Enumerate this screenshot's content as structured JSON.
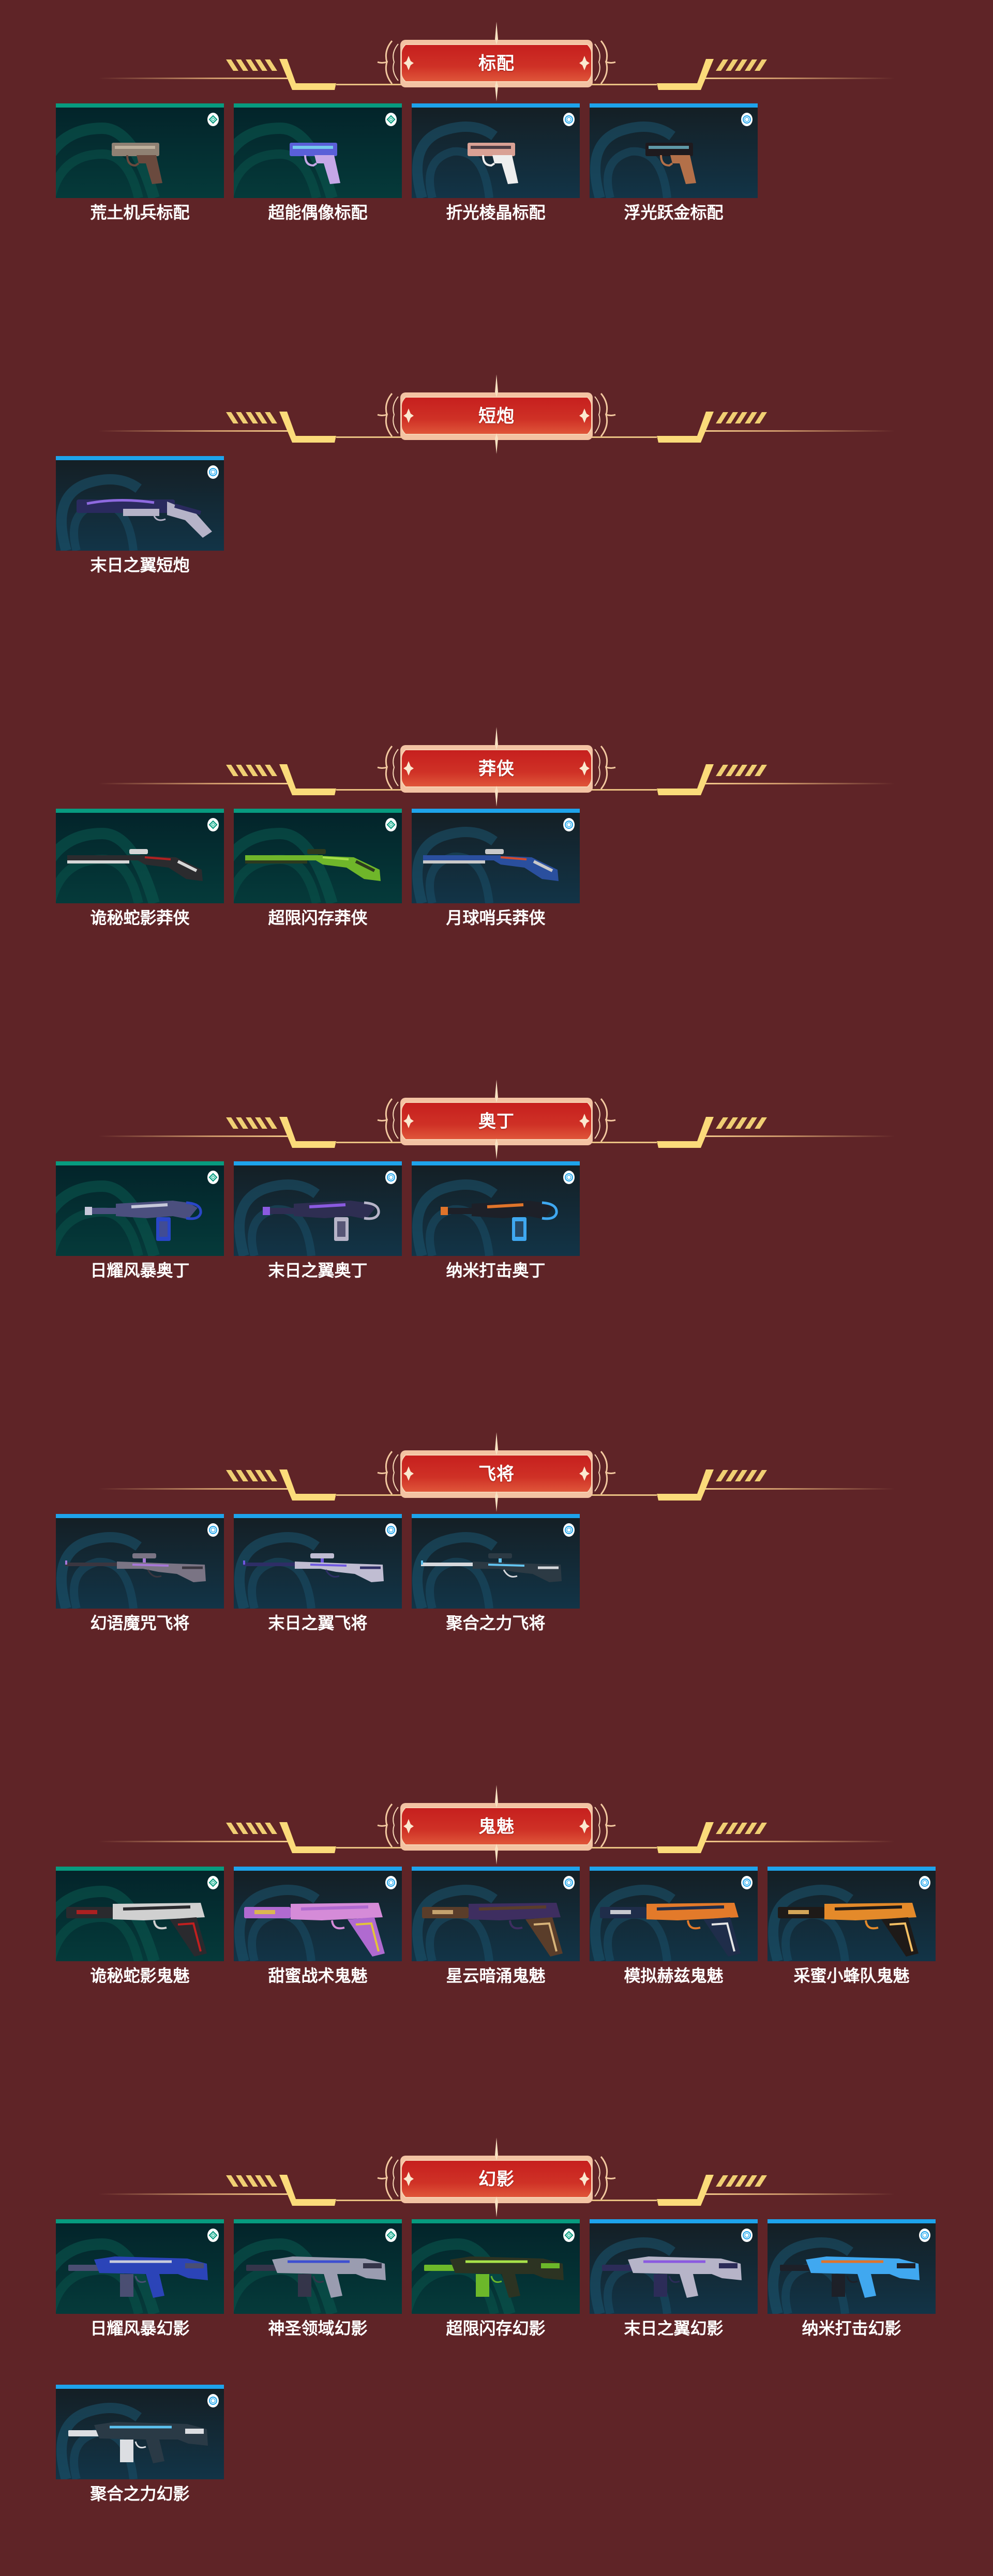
{
  "colors": {
    "background": "#5f2427",
    "tier_green": "#079b7f",
    "tier_blue": "#1ea3eb",
    "ornament_gold": "#f9da7a",
    "badge_red": "#c8241f"
  },
  "sections": [
    {
      "title": "标配",
      "items": [
        {
          "name": "荒土机兵标配",
          "tier": "green",
          "gun": "pistol",
          "palette": [
            "#8f8173",
            "#6a4a3e",
            "#c9bba6"
          ]
        },
        {
          "name": "超能偶像标配",
          "tier": "green",
          "gun": "pistol",
          "palette": [
            "#5a5fd8",
            "#c6a7e8",
            "#7be3f2"
          ]
        },
        {
          "name": "折光棱晶标配",
          "tier": "blue",
          "gun": "pistol",
          "palette": [
            "#d9a195",
            "#eeeeee",
            "#2a2430"
          ]
        },
        {
          "name": "浮光跃金标配",
          "tier": "blue",
          "gun": "pistol",
          "palette": [
            "#1e1a1e",
            "#b37049",
            "#6fb9c9"
          ]
        }
      ]
    },
    {
      "title": "短炮",
      "items": [
        {
          "name": "末日之翼短炮",
          "tier": "blue",
          "gun": "shotgun",
          "palette": [
            "#2a2a5e",
            "#b6b3c8",
            "#8e6ae0"
          ]
        }
      ]
    },
    {
      "title": "莽侠",
      "items": [
        {
          "name": "诡秘蛇影莽侠",
          "tier": "green",
          "gun": "rifle",
          "palette": [
            "#2b2b2e",
            "#d6d6d6",
            "#b12222"
          ]
        },
        {
          "name": "超限闪存莽侠",
          "tier": "green",
          "gun": "rifle",
          "palette": [
            "#6fb62a",
            "#2d3a1e",
            "#a7e04a"
          ]
        },
        {
          "name": "月球哨兵莽侠",
          "tier": "blue",
          "gun": "rifle",
          "palette": [
            "#2a4f9e",
            "#c9c9c9",
            "#d64b2a"
          ]
        }
      ]
    },
    {
      "title": "奥丁",
      "items": [
        {
          "name": "日耀风暴奥丁",
          "tier": "green",
          "gun": "mg",
          "palette": [
            "#4b4f7e",
            "#2a46c8",
            "#c5c8da"
          ]
        },
        {
          "name": "末日之翼奥丁",
          "tier": "blue",
          "gun": "mg",
          "palette": [
            "#2e2e52",
            "#b7b4c8",
            "#8a5ae0"
          ]
        },
        {
          "name": "纳米打击奥丁",
          "tier": "blue",
          "gun": "mg",
          "palette": [
            "#1d2028",
            "#3fa8f0",
            "#e0742a"
          ]
        }
      ]
    },
    {
      "title": "飞将",
      "items": [
        {
          "name": "幻语魔咒飞将",
          "tier": "blue",
          "gun": "sniper",
          "palette": [
            "#3a3640",
            "#7a7484",
            "#a777d8"
          ]
        },
        {
          "name": "末日之翼飞将",
          "tier": "blue",
          "gun": "sniper",
          "palette": [
            "#2e2e66",
            "#c0bdd2",
            "#6f58e0"
          ]
        },
        {
          "name": "聚合之力飞将",
          "tier": "blue",
          "gun": "sniper",
          "palette": [
            "#d6d8dc",
            "#2c3a44",
            "#62c4f0"
          ]
        }
      ]
    },
    {
      "title": "鬼魅",
      "items": [
        {
          "name": "诡秘蛇影鬼魅",
          "tier": "green",
          "gun": "suppressed",
          "palette": [
            "#2a2a2e",
            "#d0d0d0",
            "#c21f1f"
          ]
        },
        {
          "name": "甜蜜战术鬼魅",
          "tier": "blue",
          "gun": "suppressed",
          "palette": [
            "#b06ad0",
            "#d58bd8",
            "#e3c33a"
          ]
        },
        {
          "name": "星云暗涌鬼魅",
          "tier": "blue",
          "gun": "suppressed",
          "palette": [
            "#5a3d2a",
            "#3e2e60",
            "#d8b47a"
          ]
        },
        {
          "name": "模拟赫兹鬼魅",
          "tier": "blue",
          "gun": "suppressed",
          "palette": [
            "#1f2d4a",
            "#e37a2a",
            "#e6e6e6"
          ]
        },
        {
          "name": "采蜜小蜂队鬼魅",
          "tier": "blue",
          "gun": "suppressed",
          "palette": [
            "#1e1a18",
            "#e48a2a",
            "#f5c064"
          ]
        }
      ]
    },
    {
      "title": "幻影",
      "items": [
        {
          "name": "日耀风暴幻影",
          "tier": "green",
          "gun": "smg",
          "palette": [
            "#4a4e72",
            "#2b44b8",
            "#c9ccdc"
          ]
        },
        {
          "name": "神圣领域幻影",
          "tier": "green",
          "gun": "smg",
          "palette": [
            "#34354a",
            "#9a9cb0",
            "#3d4fd0"
          ]
        },
        {
          "name": "超限闪存幻影",
          "tier": "green",
          "gun": "smg",
          "palette": [
            "#6cb82a",
            "#2c3322",
            "#a8e24a"
          ]
        },
        {
          "name": "末日之翼幻影",
          "tier": "blue",
          "gun": "smg",
          "palette": [
            "#2c2c58",
            "#b6b4c8",
            "#8a5ae0"
          ]
        },
        {
          "name": "纳米打击幻影",
          "tier": "blue",
          "gun": "smg",
          "palette": [
            "#1d2028",
            "#40a8f0",
            "#e0742a"
          ]
        },
        {
          "name": "聚合之力幻影",
          "tier": "blue",
          "gun": "smg",
          "palette": [
            "#dcdee2",
            "#2a3a46",
            "#5cc2f0"
          ]
        }
      ]
    }
  ]
}
